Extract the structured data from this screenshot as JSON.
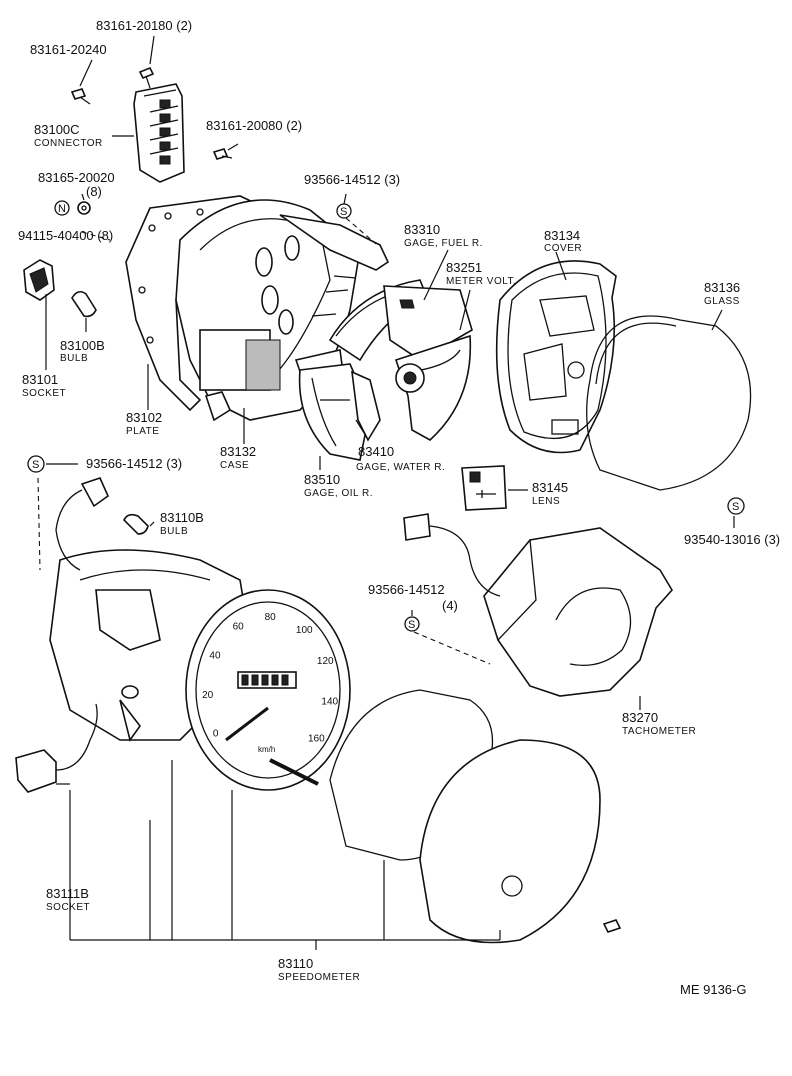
{
  "labels": [
    {
      "id": "l1",
      "num": "83161-20180 (2)",
      "name": ""
    },
    {
      "id": "l2",
      "num": "83161-20240",
      "name": ""
    },
    {
      "id": "l3",
      "num": "83100C",
      "name": "CONNECTOR"
    },
    {
      "id": "l4",
      "num": "83161-20080 (2)",
      "name": ""
    },
    {
      "id": "l5",
      "num": "83165-20020",
      "name": "(8)"
    },
    {
      "id": "l6",
      "num": "93566-14512 (3)",
      "name": ""
    },
    {
      "id": "l7",
      "num": "94115-40400 (8)",
      "name": ""
    },
    {
      "id": "l8",
      "num": "83310",
      "name": "GAGE, FUEL R."
    },
    {
      "id": "l9",
      "num": "83134",
      "name": "COVER"
    },
    {
      "id": "l10",
      "num": "83251",
      "name": "METER VOLT."
    },
    {
      "id": "l11",
      "num": "83136",
      "name": "GLASS"
    },
    {
      "id": "l12",
      "num": "83100B",
      "name": "BULB"
    },
    {
      "id": "l13",
      "num": "83101",
      "name": "SOCKET"
    },
    {
      "id": "l14",
      "num": "83102",
      "name": "PLATE"
    },
    {
      "id": "l15",
      "num": "83132",
      "name": "CASE"
    },
    {
      "id": "l16",
      "num": "83410",
      "name": "GAGE, WATER R."
    },
    {
      "id": "l17",
      "num": "93566-14512 (3)",
      "name": ""
    },
    {
      "id": "l18",
      "num": "83510",
      "name": "GAGE, OIL R."
    },
    {
      "id": "l19",
      "num": "83145",
      "name": "LENS"
    },
    {
      "id": "l20",
      "num": "93540-13016 (3)",
      "name": ""
    },
    {
      "id": "l21",
      "num": "83110B",
      "name": "BULB"
    },
    {
      "id": "l22",
      "num": "93566-14512",
      "name": "(4)"
    },
    {
      "id": "l23",
      "num": "83270",
      "name": "TACHOMETER"
    },
    {
      "id": "l24",
      "num": "83111B",
      "name": "SOCKET"
    },
    {
      "id": "l25",
      "num": "83110",
      "name": "SPEEDOMETER"
    }
  ],
  "symbols": {
    "s": "S",
    "n": "N"
  },
  "dial_marks": [
    "0",
    "20",
    "40",
    "60",
    "80",
    "100",
    "120",
    "140",
    "160"
  ],
  "dial_unit": "km/h",
  "reference": "ME  9136-G"
}
